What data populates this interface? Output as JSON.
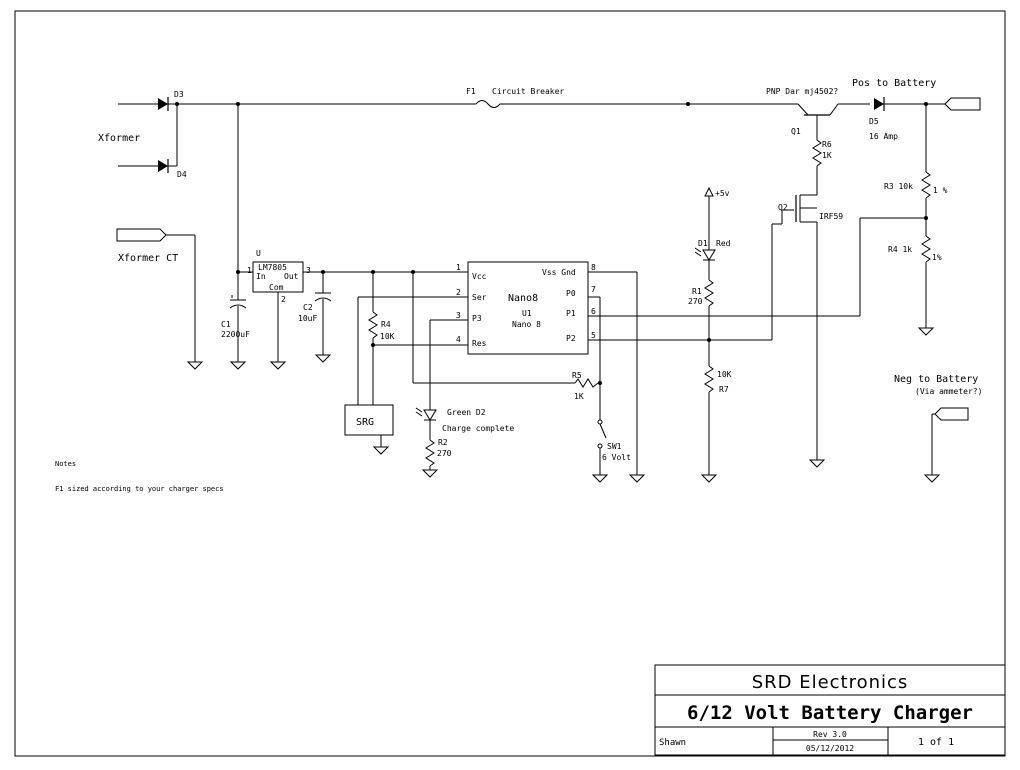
{
  "labels": {
    "xformer": "Xformer",
    "xformer_ct": "Xformer CT",
    "d3": "D3",
    "d4": "D4",
    "f1": "F1",
    "circuit_breaker": "Circuit Breaker",
    "pnp": "PNP Dar mj4502?",
    "pos_battery": "Pos to Battery",
    "d5": "D5",
    "amp": "16 Amp",
    "q1": "Q1",
    "r6": "R6",
    "r6v": "1K",
    "plus5": "+5v",
    "q2": "Q2",
    "irf": "IRF59",
    "d1": "D1",
    "red": "Red",
    "r1": "R1",
    "r1v": "270",
    "r3": "R3 10k",
    "r3p": "1 %",
    "r4b": "R4 1k",
    "r4bp": "1%",
    "u": "U",
    "lm": "LM7805",
    "in": "In",
    "out": "Out",
    "com": "Com",
    "p1": "1",
    "p2": "2",
    "p3": "3",
    "c1": "C1",
    "c1v": "2200uF",
    "c2": "C2",
    "c2v": "10uF",
    "r4": "R4",
    "r4v": "10K",
    "srg": "SRG",
    "u1_pin1": "1",
    "u1_pin2": "2",
    "u1_pin3": "3",
    "u1_pin4": "4",
    "u1_pin5": "5",
    "u1_pin6": "6",
    "u1_pin7": "7",
    "u1_pin8": "8",
    "vcc": "Vcc",
    "ser": "Ser",
    "p3n": "P3",
    "res": "Res",
    "vss": "Vss Gnd",
    "p0": "P0",
    "p1n": "P1",
    "p2n": "P2",
    "nano8": "Nano8",
    "u1": "U1",
    "nano8b": "Nano 8",
    "r5": "R5",
    "r5v": "1K",
    "green": "Green D2",
    "charge": "Charge complete",
    "r2": "R2",
    "r2v": "270",
    "sw1": "SW1",
    "sixv": "6 Volt",
    "r7v": "10K",
    "r7": "R7",
    "neg": "Neg to Battery",
    "via": "(Via ammeter?)",
    "notes": "Notes",
    "note1": "F1 sized according to your charger specs"
  },
  "title_block": {
    "company": "SRD Electronics",
    "title": "6/12 Volt Battery Charger",
    "author": "Shawn",
    "rev": "Rev 3.0",
    "date": "05/12/2012",
    "sheet": "1 of 1"
  }
}
